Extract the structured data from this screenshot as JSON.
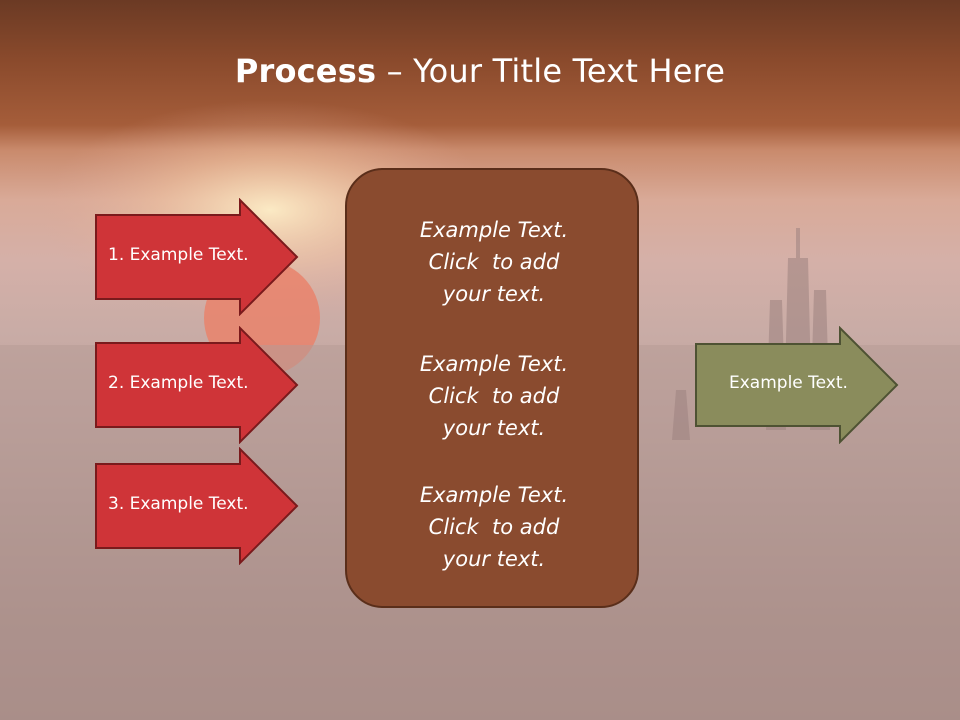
{
  "title": {
    "strong": "Process",
    "rest": " – Your Title Text Here"
  },
  "left_steps": [
    {
      "label": "1. Example Text."
    },
    {
      "label": "2. Example Text."
    },
    {
      "label": "3. Example Text."
    }
  ],
  "center_blocks": [
    {
      "lines": [
        "Example Text.",
        "Click  to add",
        "your text."
      ]
    },
    {
      "lines": [
        "Example Text.",
        "Click  to add",
        "your text."
      ]
    },
    {
      "lines": [
        "Example Text.",
        "Click  to add",
        "your text."
      ]
    }
  ],
  "output": {
    "label": "Example Text."
  },
  "colors": {
    "step_fill": "#cf3438",
    "step_border": "#7a1a1c",
    "center_fill": "#8a4b2f",
    "output_fill": "#8a8c5c",
    "output_border": "#4e5233"
  }
}
